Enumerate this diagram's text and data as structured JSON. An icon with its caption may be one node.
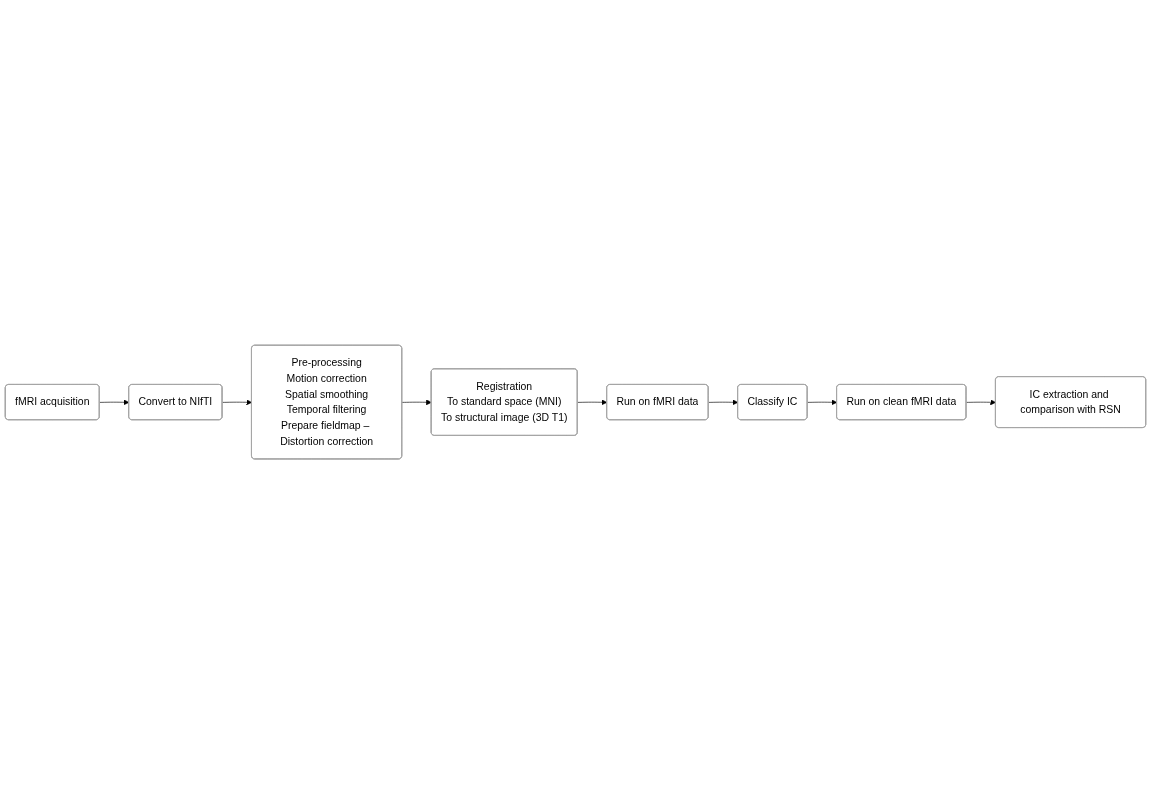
{
  "diagram": {
    "nodes": [
      {
        "text": [
          "fMRI acquisition"
        ]
      },
      {
        "text": [
          "Convert to NIfTI"
        ]
      },
      {
        "text": [
          "Pre-processing",
          "Motion correction",
          "Spatial smoothing",
          "Temporal filtering",
          "Prepare fieldmap – Distortion correction"
        ]
      },
      {
        "text": [
          "Registration",
          "To standard space (MNI)",
          "To structural image (3D T1)"
        ]
      },
      {
        "text": [
          "Run on fMRI data"
        ]
      },
      {
        "text": [
          "Classify IC"
        ]
      },
      {
        "text": [
          "Run on clean fMRI data"
        ]
      },
      {
        "text": [
          "IC extraction and comparison with RSN"
        ]
      }
    ],
    "edges": [
      {
        "from": 0,
        "to": 1,
        "arrow": "to"
      },
      {
        "from": 1,
        "to": 2,
        "arrow": "to"
      },
      {
        "from": 2,
        "to": 3,
        "arrow": "to"
      },
      {
        "from": 3,
        "to": 4,
        "arrow": "to"
      },
      {
        "from": 4,
        "to": 5,
        "arrow": "to"
      },
      {
        "from": 5,
        "to": 6,
        "arrow": "to"
      },
      {
        "from": 6,
        "to": 7,
        "arrow": "to"
      }
    ]
  }
}
